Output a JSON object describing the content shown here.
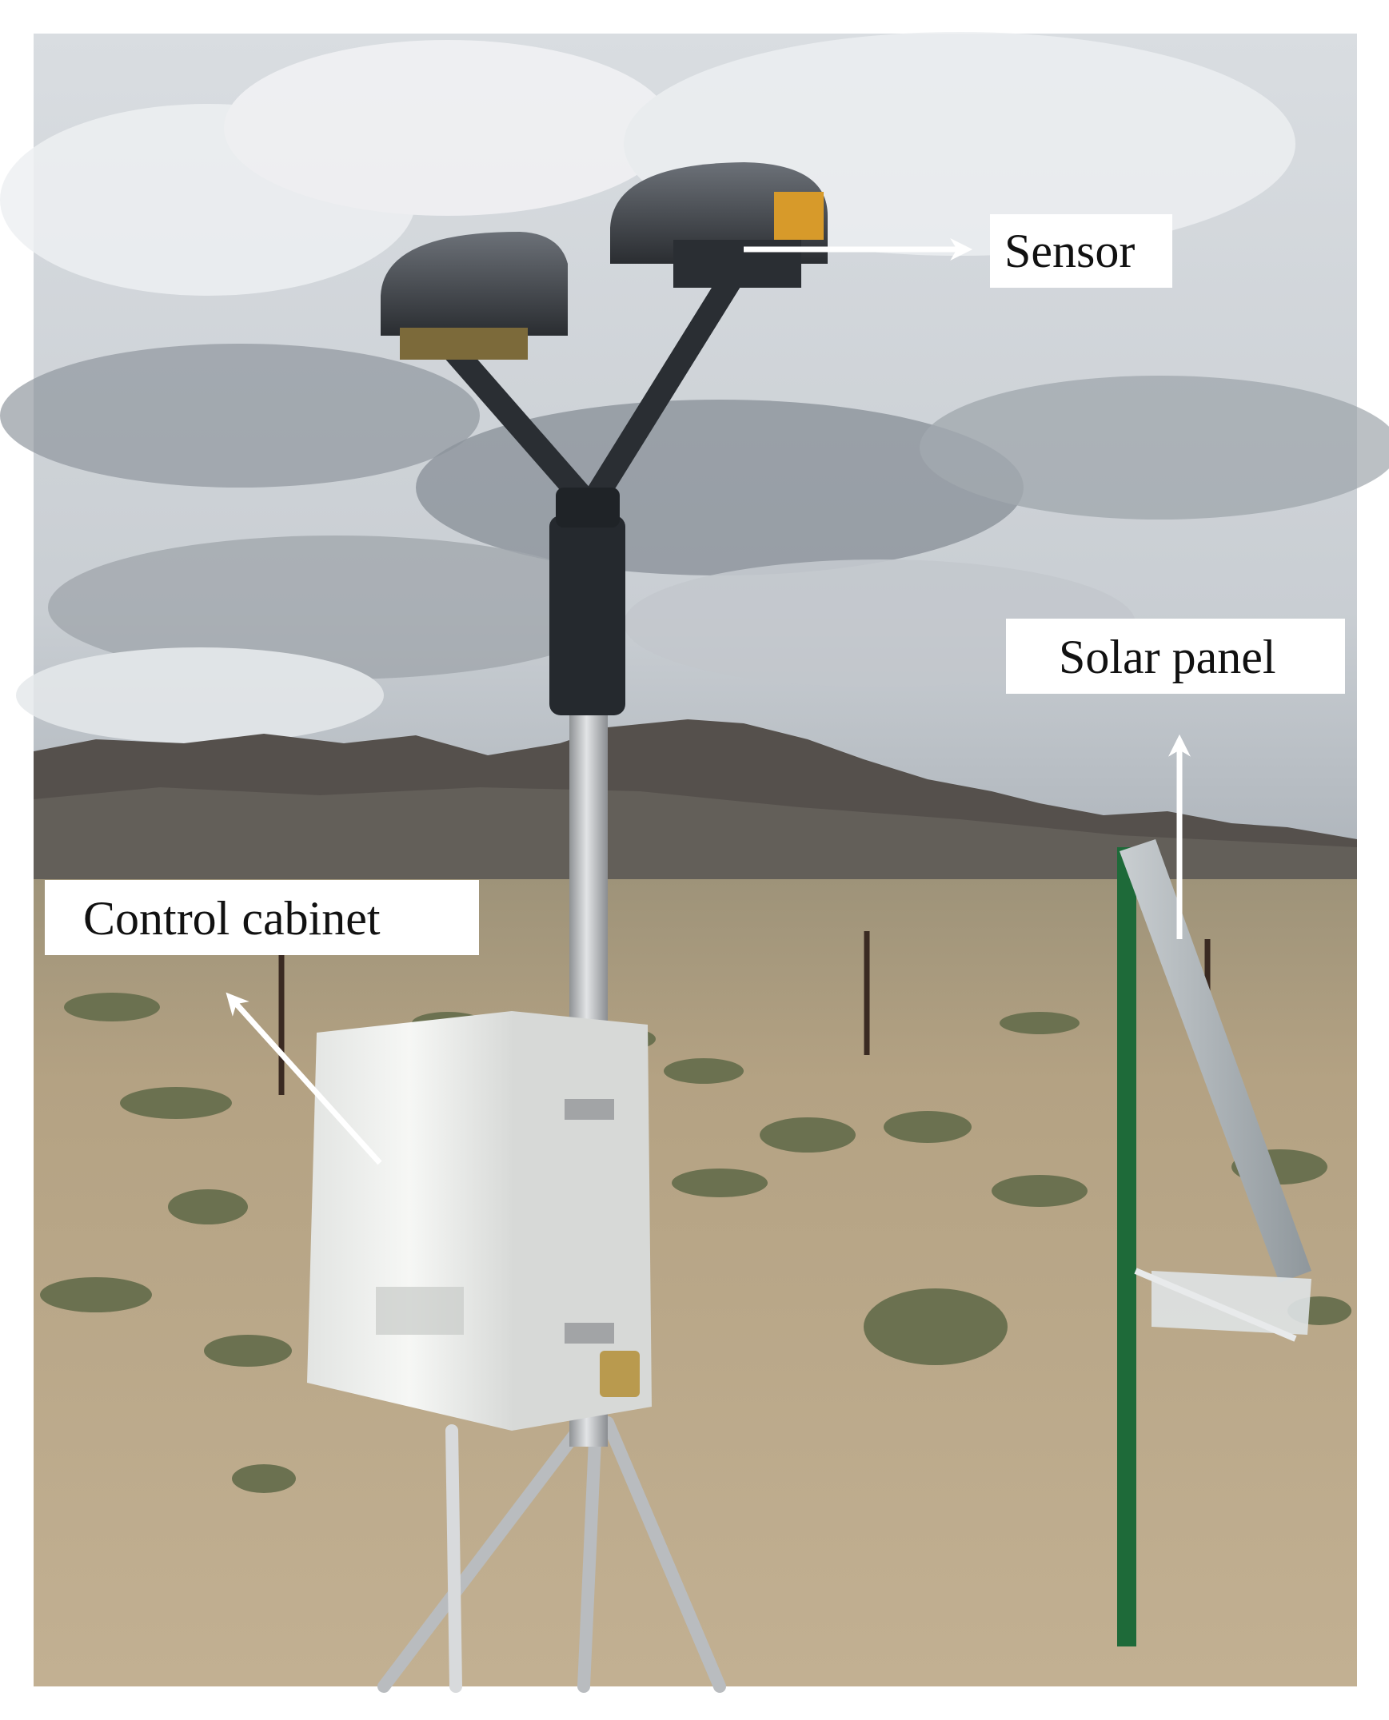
{
  "image": {
    "description_type": "photograph",
    "colors": {
      "sky_top": "#e9ecef",
      "sky_cloud_dark": "#6f7781",
      "mountain": "#5a544f",
      "ground": "#b7a27f",
      "shrub": "#6f7452",
      "cabinet": "#f1f2f0",
      "sensor_body": "#2f3338",
      "sensor_label": "#d79a2a",
      "mast": "#c9cbcd",
      "green_post": "#1f6b3a",
      "panel": "#aeb4b8",
      "arrow": "#ffffff"
    }
  },
  "labels": {
    "sensor": "Sensor",
    "solar_panel": "Solar panel",
    "control_cabinet": "Control cabinet"
  }
}
